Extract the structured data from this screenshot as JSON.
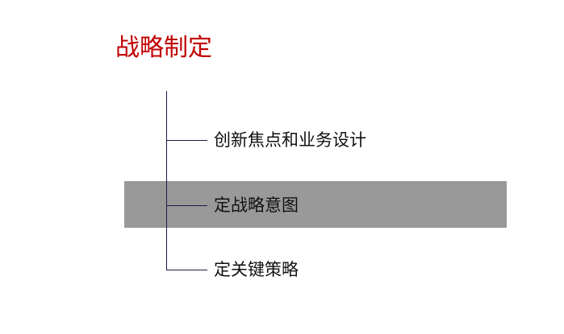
{
  "slide": {
    "title": "战略制定",
    "title_color": "#C00000",
    "highlight_color": "#999999",
    "connector_color": "#1F1A4A",
    "items": [
      {
        "label": "创新焦点和业务设计",
        "highlighted": false
      },
      {
        "label": "定战略意图",
        "highlighted": true
      },
      {
        "label": "定关键策略",
        "highlighted": false
      }
    ]
  }
}
